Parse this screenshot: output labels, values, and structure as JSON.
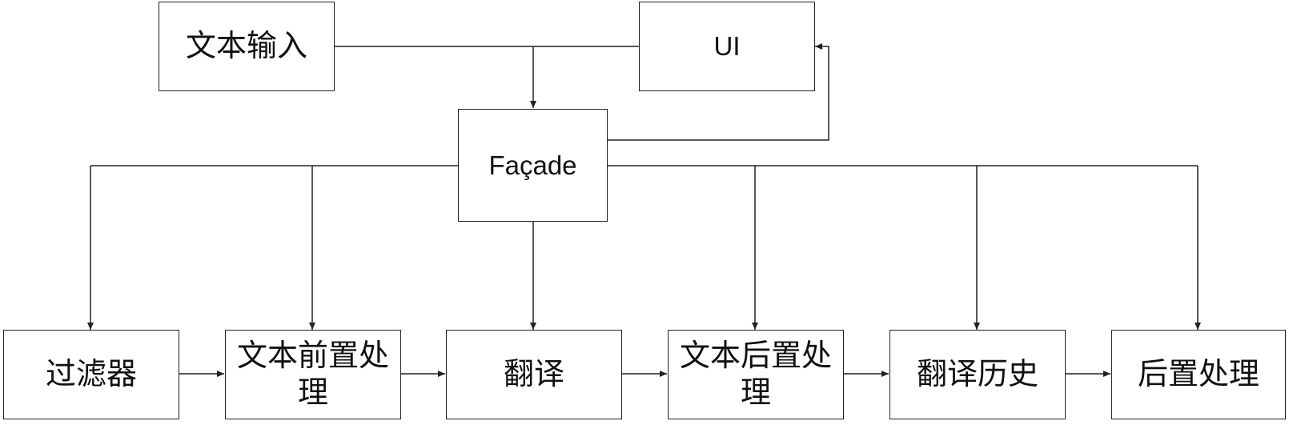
{
  "nodes": {
    "text_input": "文本输入",
    "ui": "UI",
    "facade": "Façade",
    "filter": "过滤器",
    "pre_process": "文本前置处理",
    "translate": "翻译",
    "post_text": "文本后置处理",
    "history": "翻译历史",
    "post_process": "后置处理"
  }
}
